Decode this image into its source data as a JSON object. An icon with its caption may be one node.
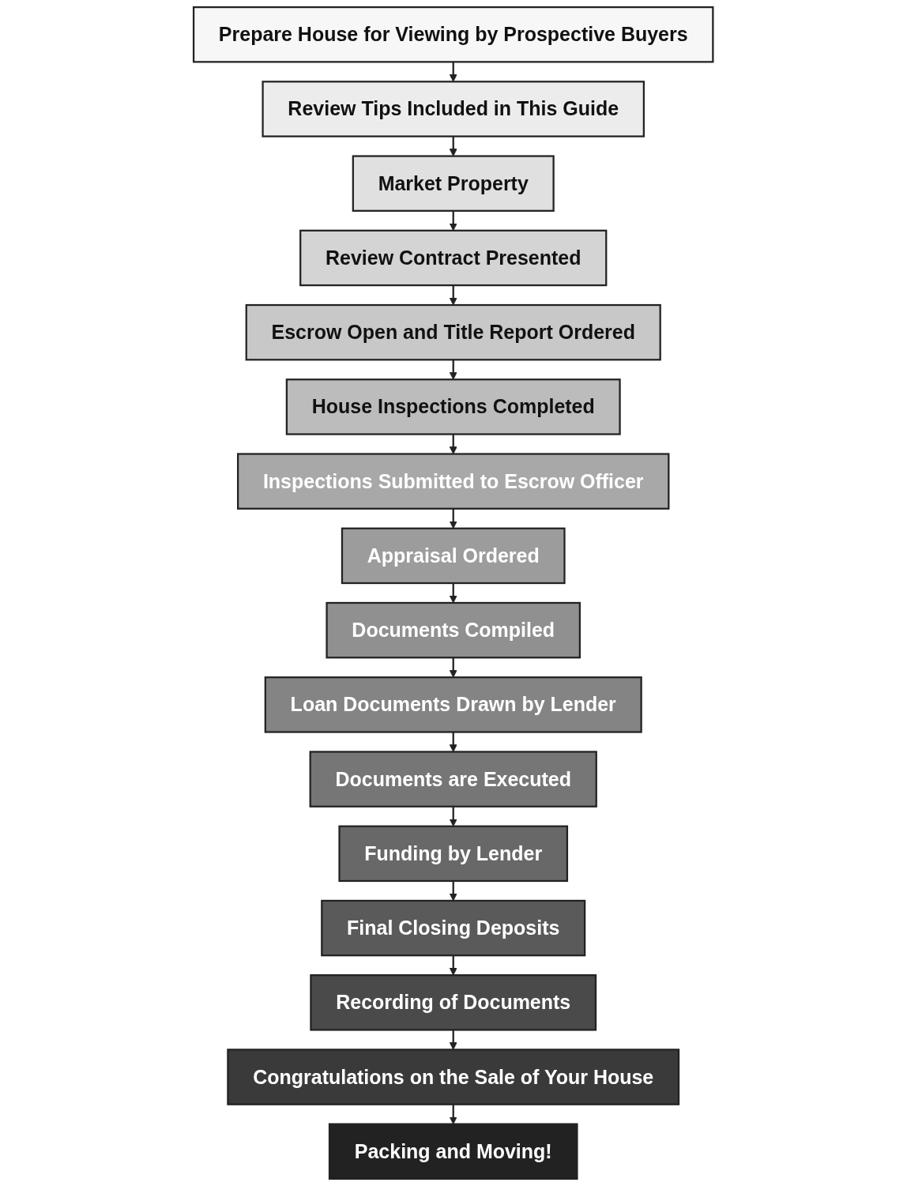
{
  "diagram": {
    "nodes": [
      {
        "text": [
          "Prepare House for Viewing by Prospective Buyers"
        ]
      },
      {
        "text": [
          "Review Tips Included in This Guide"
        ]
      },
      {
        "text": [
          "Market Property"
        ]
      },
      {
        "text": [
          "Review Contract Presented"
        ]
      },
      {
        "text": [
          "Escrow Open and Title Report Ordered"
        ]
      },
      {
        "text": [
          "House Inspections Completed"
        ]
      },
      {
        "text": [
          "Inspections Submitted to Escrow Officer"
        ]
      },
      {
        "text": [
          "Appraisal Ordered"
        ]
      },
      {
        "text": [
          "Documents Compiled"
        ]
      },
      {
        "text": [
          "Loan Documents Drawn by Lender"
        ]
      },
      {
        "text": [
          "Documents are Executed"
        ]
      },
      {
        "text": [
          "Funding by Lender"
        ]
      },
      {
        "text": [
          "Final Closing Deposits"
        ]
      },
      {
        "text": [
          "Recording of Documents"
        ]
      },
      {
        "text": [
          "Congratulations on the Sale of Your House"
        ]
      },
      {
        "text": [
          "Packing and Moving!"
        ]
      }
    ],
    "edges": [
      {
        "from": 0,
        "to": 1,
        "arrow": "to"
      },
      {
        "from": 1,
        "to": 2,
        "arrow": "to"
      },
      {
        "from": 2,
        "to": 3,
        "arrow": "to"
      },
      {
        "from": 3,
        "to": 4,
        "arrow": "to"
      },
      {
        "from": 4,
        "to": 5,
        "arrow": "to"
      },
      {
        "from": 5,
        "to": 6,
        "arrow": "to"
      },
      {
        "from": 6,
        "to": 7,
        "arrow": "to"
      },
      {
        "from": 7,
        "to": 8,
        "arrow": "to"
      },
      {
        "from": 8,
        "to": 9,
        "arrow": "to"
      },
      {
        "from": 9,
        "to": 10,
        "arrow": "to"
      },
      {
        "from": 10,
        "to": 11,
        "arrow": "to"
      },
      {
        "from": 11,
        "to": 12,
        "arrow": "to"
      },
      {
        "from": 12,
        "to": 13,
        "arrow": "to"
      },
      {
        "from": 13,
        "to": 14,
        "arrow": "to"
      },
      {
        "from": 14,
        "to": 15,
        "arrow": "to"
      }
    ]
  }
}
